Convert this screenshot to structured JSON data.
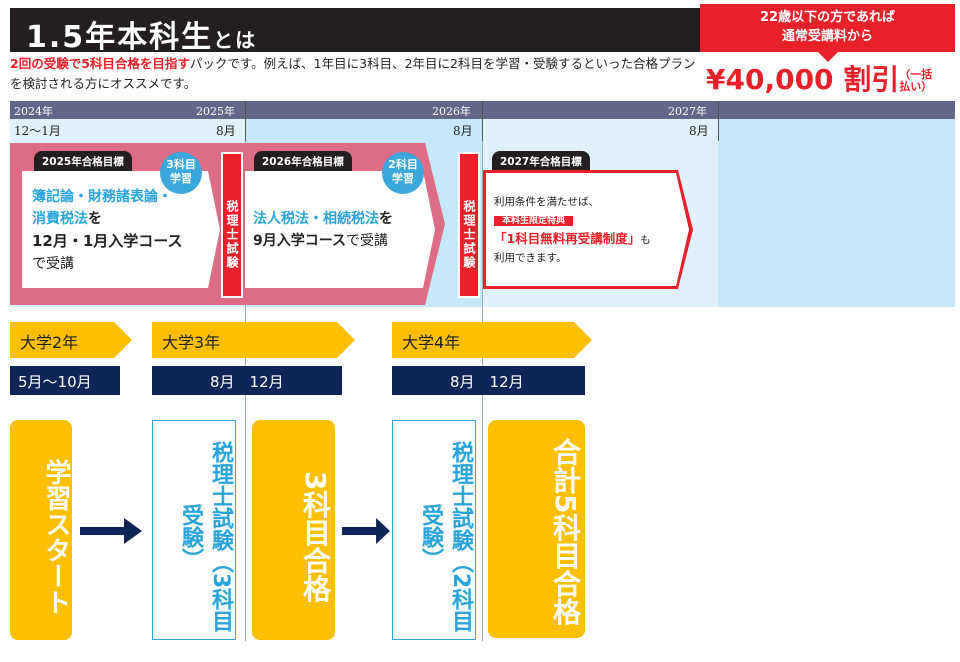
{
  "header": {
    "title": "1.5年本科生",
    "title_suffix": "とは",
    "promo_line1": "22歳以下の方であれば",
    "promo_line2": "通常受講料から",
    "price": "¥40,000",
    "discount": "割引",
    "payment_note_1": "（一括",
    "payment_note_2": "払い）"
  },
  "intro": {
    "highlight": "2回の受験で5科目合格を目指す",
    "text": "パックです。例えば、1年目に3科目、2年目に2科目を学習・受験するといった合格プランを検討される方にオススメです。"
  },
  "timeline": {
    "years": [
      "2024年",
      "2025年",
      "2026年",
      "2027年"
    ],
    "months": [
      "12～1月",
      "8月",
      "8月",
      "8月"
    ]
  },
  "plans": [
    {
      "tag": "2025年合格目標",
      "badge_1": "3科目",
      "badge_2": "学習",
      "subjects_1": "簿記論・財務諸表論・",
      "subjects_2": "消費税法",
      "text_1": "を",
      "text_2": "12月・1月入学コース",
      "text_3": "で受講"
    },
    {
      "tag": "2026年合格目標",
      "badge_1": "2科目",
      "badge_2": "学習",
      "subjects_1": "法人税法・相続税法",
      "text_1": "を",
      "text_2": "9月入学コース",
      "text_3": "で受講"
    },
    {
      "tag": "2027年合格目標",
      "text_1": "利用条件を満たせば、",
      "label": "本科生限定特典",
      "benefit": "「1科目無料再受講制度」",
      "text_2": "も",
      "text_3": "利用できます。"
    }
  ],
  "exam_label": "税理士試験",
  "bottom": {
    "years": [
      "大学2年",
      "大学3年",
      "大学4年"
    ],
    "periods": [
      "5月～10月",
      "8月　12月",
      "8月　12月"
    ],
    "steps": [
      "学習スタート",
      "税理士試験（3科目受験）",
      "3科目合格",
      "税理士試験（2科目受験）",
      "合計5科目合格"
    ]
  },
  "colors": {
    "red": "#e8202a",
    "navy": "#0f2557",
    "yellow": "#fdbf00",
    "blue": "#2aa4dc",
    "pink": "#dd6c84"
  }
}
